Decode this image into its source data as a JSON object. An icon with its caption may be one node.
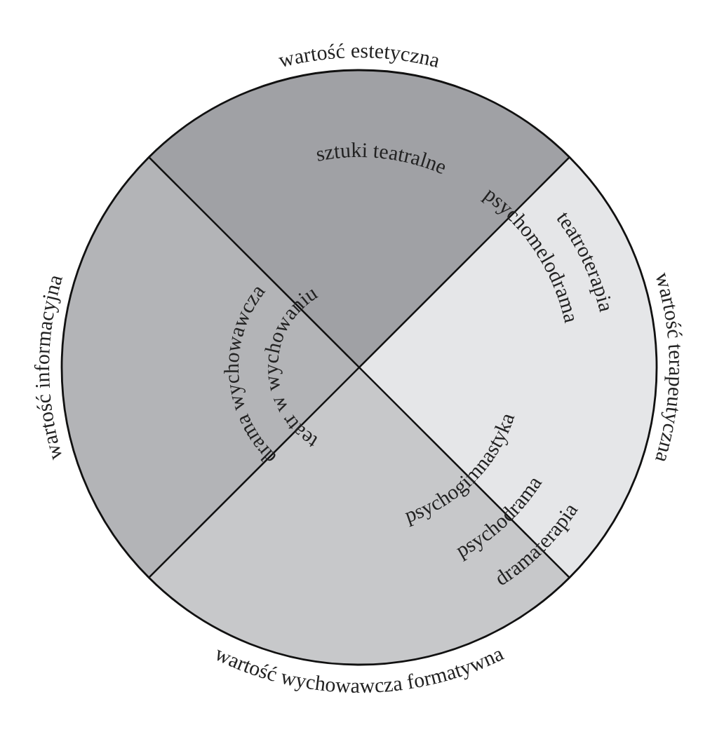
{
  "diagram": {
    "labels": [
      "wartość estetyczna",
      "sztuki teatralne",
      "teatroterapia",
      "psychomelodrama",
      "wartość informacyjna",
      "drama wychowawcza",
      "teatr w wychowaniu",
      "wartość terapeutyczna",
      "psychogimnastyka",
      "psychodrama",
      "dramaterapia",
      "wartość wychowawcza formatywna"
    ]
  }
}
